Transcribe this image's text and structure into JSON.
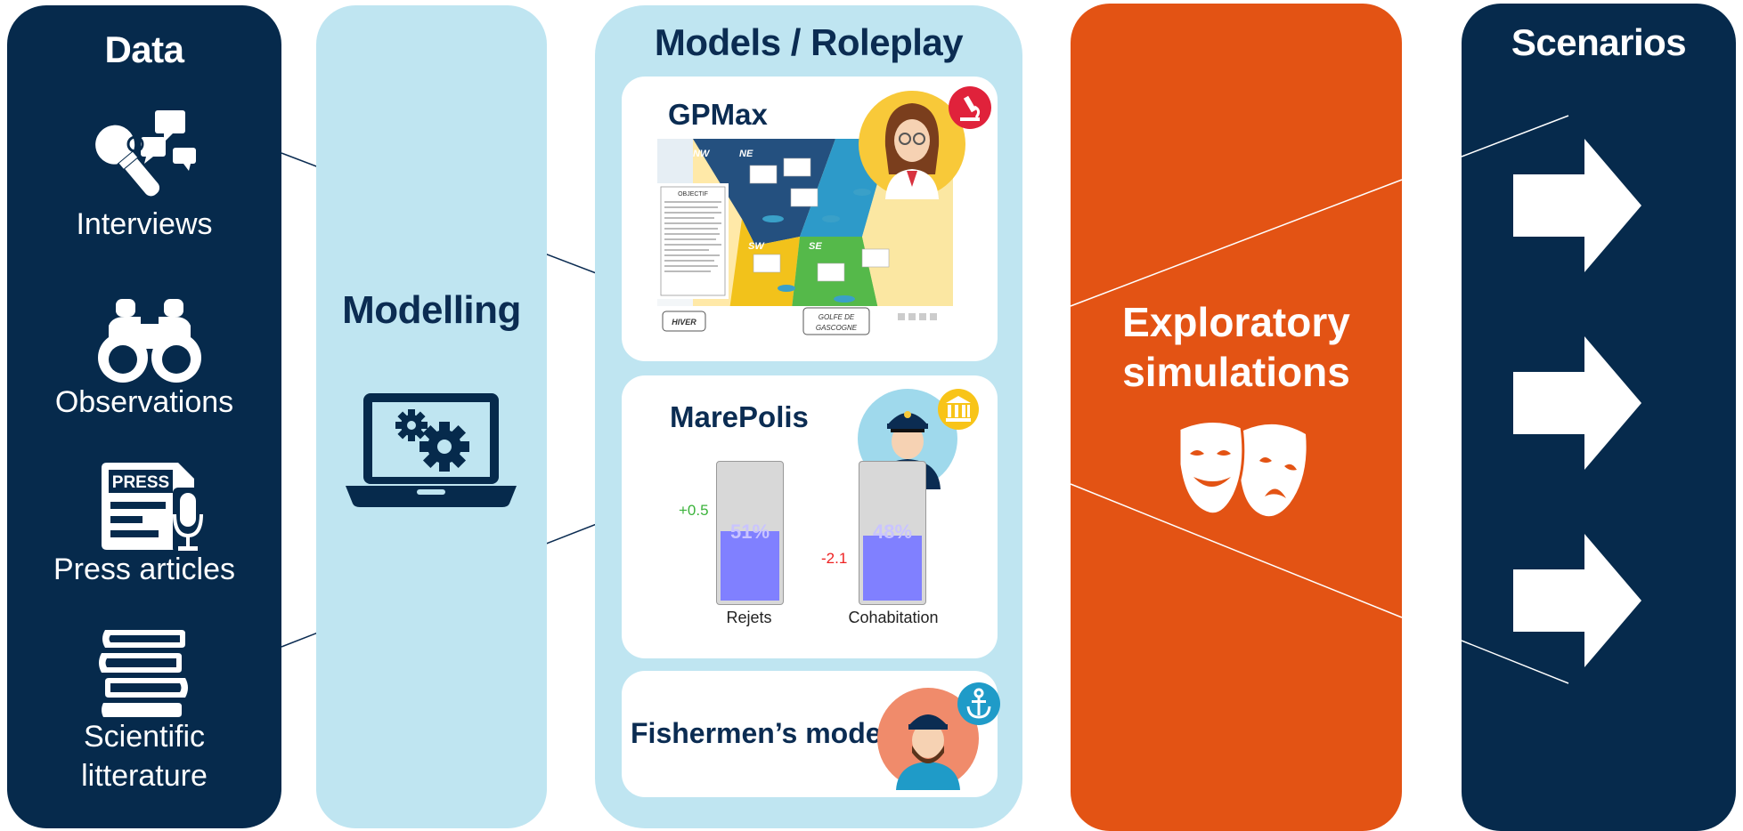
{
  "data_column": {
    "title": "Data",
    "items": [
      {
        "label": "Interviews",
        "icon": "microphone-speech-bubbles-icon"
      },
      {
        "label": "Observations",
        "icon": "binoculars-icon"
      },
      {
        "label": "Press articles",
        "icon": "press-microphone-icon"
      },
      {
        "label_line1": "Scientific",
        "label_line2": "litterature",
        "icon": "books-stack-icon"
      }
    ]
  },
  "modelling_column": {
    "title": "Modelling",
    "icon": "laptop-gears-icon"
  },
  "models_column": {
    "title": "Models / Roleplay",
    "gpmax": {
      "title": "GPMax",
      "badge_icon": "microscope-icon",
      "avatar_icon": "scientist-avatar-icon",
      "map": {
        "regions": [
          "NW",
          "NE",
          "SW",
          "SE"
        ],
        "legend_title": "OBJECTIF",
        "season": "HIVER",
        "place_line1": "GOLFE DE",
        "place_line2": "GASCOGNE"
      }
    },
    "marepolis": {
      "title": "MarePolis",
      "badge_icon": "institution-icon",
      "avatar_icon": "captain-avatar-icon",
      "gauges": [
        {
          "label": "Rejets",
          "percent_text": "51%",
          "value": 51,
          "delta": "+0.5",
          "delta_color": "#3bb33b"
        },
        {
          "label": "Cohabitation",
          "percent_text": "48%",
          "value": 48,
          "delta": "-2.1",
          "delta_color": "#ee2222"
        }
      ]
    },
    "fishermen": {
      "title": "Fishermen’s model",
      "badge_icon": "anchor-icon",
      "avatar_icon": "fisherman-avatar-icon"
    }
  },
  "simulation_column": {
    "title_line1": "Exploratory",
    "title_line2": "simulations",
    "icon": "theater-masks-icon"
  },
  "scenarios_column": {
    "title": "Scenarios",
    "arrow_icon": "right-arrow-icon",
    "arrow_count": 3
  },
  "colors": {
    "navy": "#062a4c",
    "light_blue": "#bfe5f1",
    "orange": "#e35314",
    "title_navy": "#0b2c52"
  }
}
